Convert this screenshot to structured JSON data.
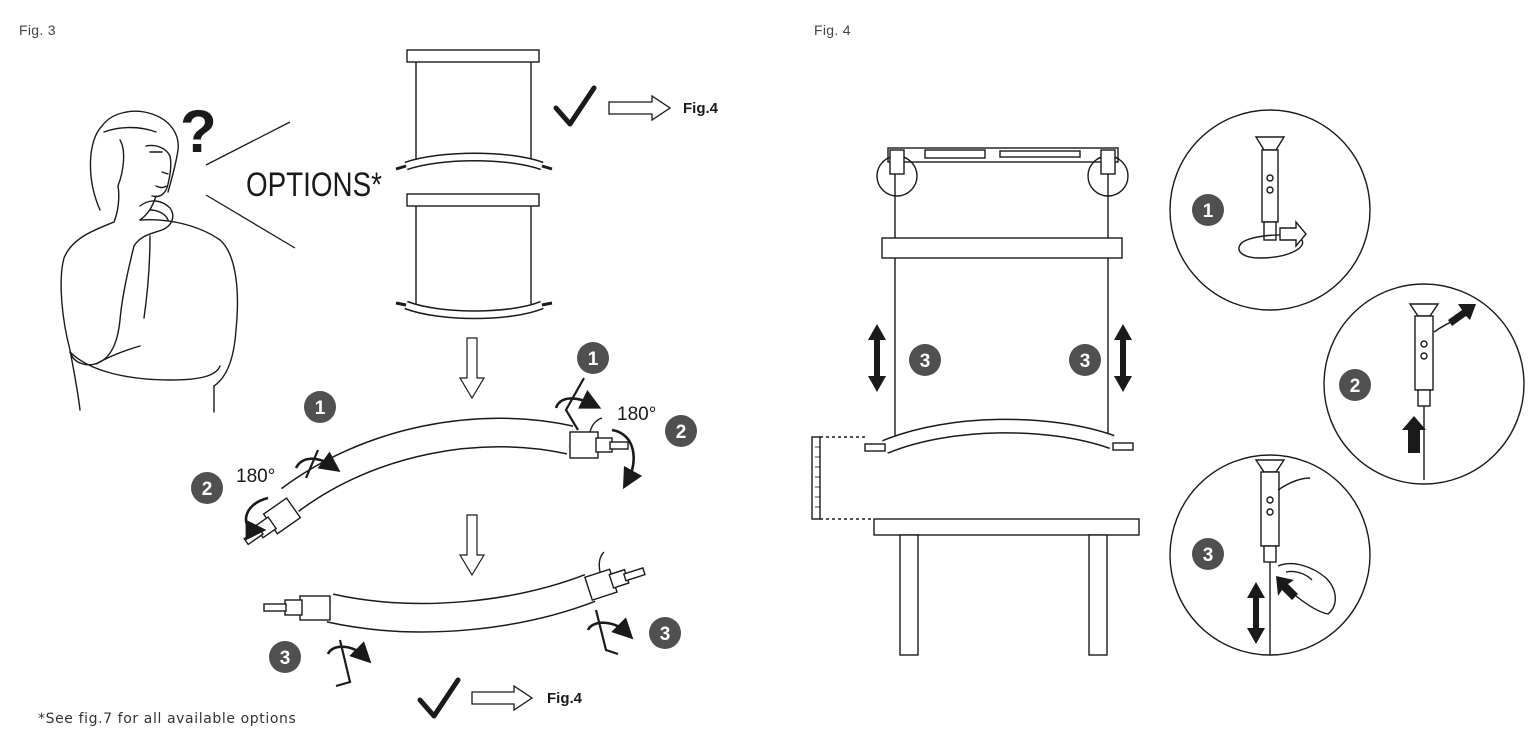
{
  "figures": {
    "fig3": {
      "label": "Fig. 3"
    },
    "fig4": {
      "label": "Fig. 4"
    }
  },
  "options": {
    "text": "OPTIONS*",
    "question_mark": "?"
  },
  "references": {
    "top": "Fig.4",
    "bottom": "Fig.4"
  },
  "angles": {
    "left": "180°",
    "right": "180°"
  },
  "steps": {
    "fig3_left_1": "1",
    "fig3_left_2": "2",
    "fig3_right_1": "1",
    "fig3_right_2": "2",
    "fig3_bottom_left_3": "3",
    "fig3_bottom_right_3": "3",
    "fig4_left_3": "3",
    "fig4_right_3": "3",
    "detail_1": "1",
    "detail_2": "2",
    "detail_3": "3"
  },
  "footnote": "*See fig.7 for all available options",
  "colors": {
    "line": "#1a1a1a",
    "badge": "#505050",
    "background": "#ffffff"
  }
}
